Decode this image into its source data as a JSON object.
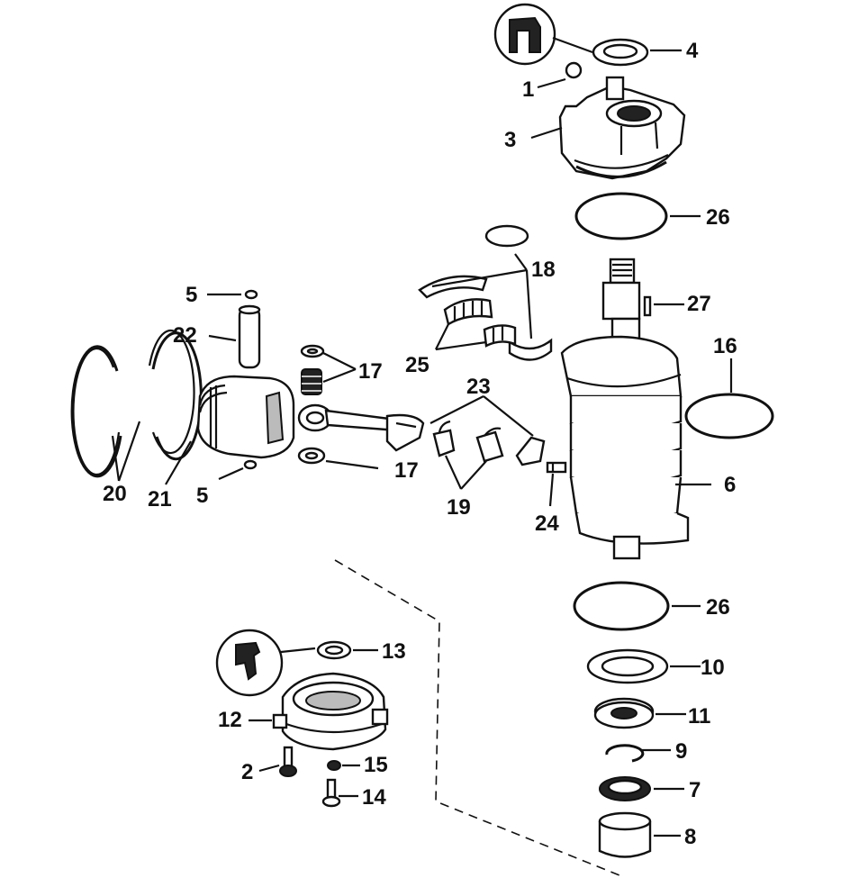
{
  "diagram": {
    "callouts": [
      {
        "id": "c4",
        "text": "4"
      },
      {
        "id": "c1",
        "text": "1"
      },
      {
        "id": "c3",
        "text": "3"
      },
      {
        "id": "c26a",
        "text": "26"
      },
      {
        "id": "c18",
        "text": "18"
      },
      {
        "id": "c27",
        "text": "27"
      },
      {
        "id": "c5a",
        "text": "5"
      },
      {
        "id": "c22",
        "text": "22"
      },
      {
        "id": "c16",
        "text": "16"
      },
      {
        "id": "c25",
        "text": "25"
      },
      {
        "id": "c17a",
        "text": "17"
      },
      {
        "id": "c23",
        "text": "23"
      },
      {
        "id": "c17b",
        "text": "17"
      },
      {
        "id": "c6",
        "text": "6"
      },
      {
        "id": "c20",
        "text": "20"
      },
      {
        "id": "c21",
        "text": "21"
      },
      {
        "id": "c5b",
        "text": "5"
      },
      {
        "id": "c19",
        "text": "19"
      },
      {
        "id": "c24",
        "text": "24"
      },
      {
        "id": "c26b",
        "text": "26"
      },
      {
        "id": "c13",
        "text": "13"
      },
      {
        "id": "c10",
        "text": "10"
      },
      {
        "id": "c12",
        "text": "12"
      },
      {
        "id": "c11",
        "text": "11"
      },
      {
        "id": "c9",
        "text": "9"
      },
      {
        "id": "c2",
        "text": "2"
      },
      {
        "id": "c15",
        "text": "15"
      },
      {
        "id": "c7",
        "text": "7"
      },
      {
        "id": "c14",
        "text": "14"
      },
      {
        "id": "c8",
        "text": "8"
      }
    ]
  }
}
